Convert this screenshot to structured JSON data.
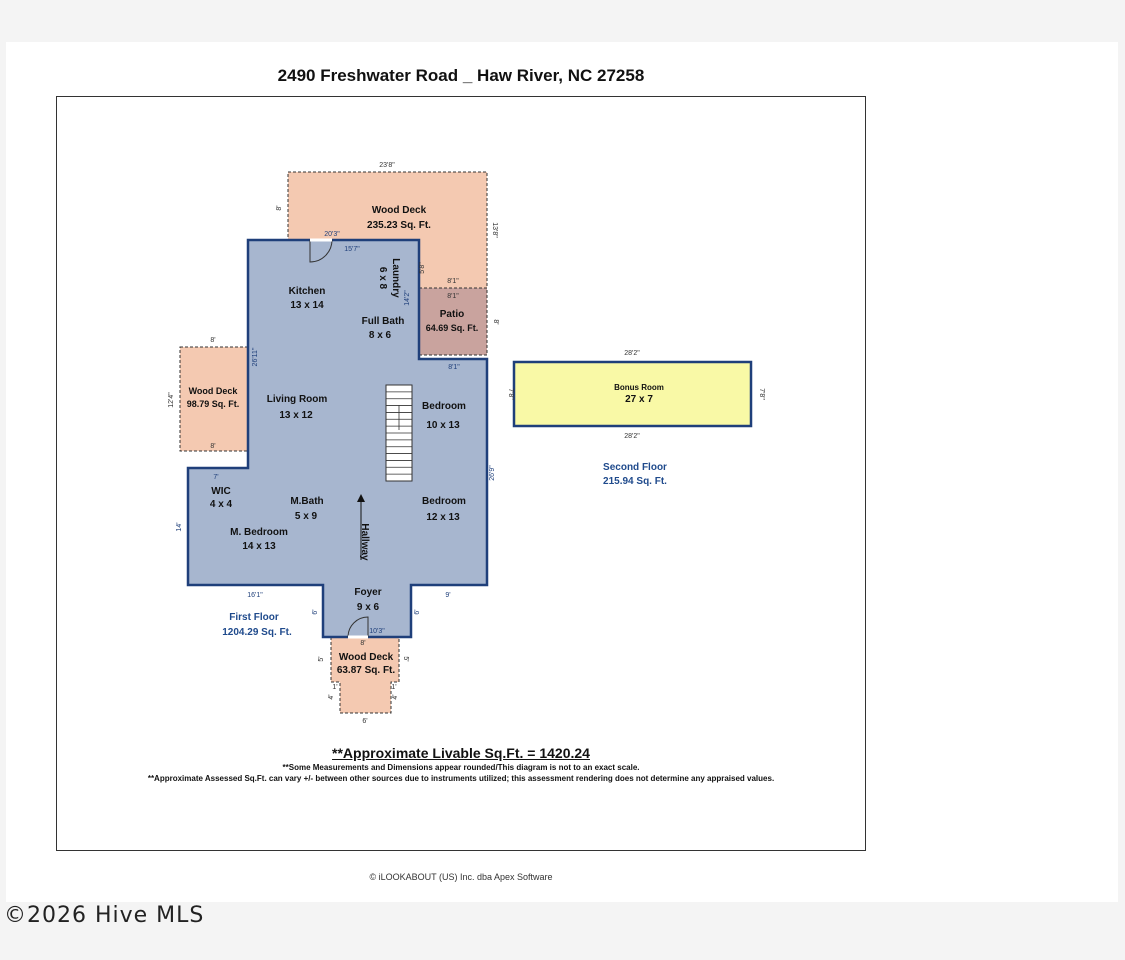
{
  "title": "2490 Freshwater Road _ Haw River, NC 27258",
  "rooms": {
    "wood_deck_top": {
      "name": "Wood Deck",
      "area": "235.23 Sq. Ft."
    },
    "laundry": {
      "name": "Laundry",
      "size": "6 x 8"
    },
    "kitchen": {
      "name": "Kitchen",
      "size": "13 x 14"
    },
    "full_bath": {
      "name": "Full Bath",
      "size": "8 x 6"
    },
    "patio": {
      "name": "Patio",
      "area": "64.69 Sq. Ft."
    },
    "wood_deck_left": {
      "name": "Wood Deck",
      "area": "98.79 Sq. Ft."
    },
    "living_room": {
      "name": "Living Room",
      "size": "13 x 12"
    },
    "bedroom_upper": {
      "name": "Bedroom",
      "size": "10 x 13"
    },
    "wic": {
      "name": "WIC",
      "size": "4 x 4"
    },
    "m_bath": {
      "name": "M.Bath",
      "size": "5 x 9"
    },
    "bedroom_lower": {
      "name": "Bedroom",
      "size": "12 x 13"
    },
    "m_bedroom": {
      "name": "M. Bedroom",
      "size": "14 x 13"
    },
    "hallway": {
      "name": "Hallway"
    },
    "foyer": {
      "name": "Foyer",
      "size": "9 x 6"
    },
    "wood_deck_bottom": {
      "name": "Wood Deck",
      "area": "63.87 Sq. Ft."
    },
    "bonus_room": {
      "name": "Bonus Room",
      "size": "27 x 7"
    }
  },
  "floors": {
    "first": {
      "name": "First Floor",
      "area": "1204.29 Sq. Ft."
    },
    "second": {
      "name": "Second Floor",
      "area": "215.94 Sq. Ft."
    }
  },
  "dimensions": {
    "deck_top_width": "23'8\"",
    "deck_top_left": "8'",
    "deck_top_right": "13'8\"",
    "house_top": "20'3\"",
    "kitchen_top": "15'7\"",
    "laundry_side": "5'8\"",
    "laundry_bottom": "8'1\"",
    "patio_top": "8'1\"",
    "patio_left": "14'2\"",
    "patio_right": "8'",
    "bath_bottom": "8'1\"",
    "deck_left_top": "8'",
    "deck_left_left": "12'4\"",
    "deck_left_bottom": "8'",
    "house_left_upper": "26'11\"",
    "wic_top": "7'",
    "house_left_lower": "14'",
    "house_right": "26'9\"",
    "house_bottom_left": "16'1\"",
    "house_bottom_right": "9'",
    "foyer_left": "6'",
    "foyer_right": "6'",
    "foyer_bottom": "10'3\"",
    "deck_bottom_top": "8'",
    "deck_bottom_left": "5'",
    "deck_bottom_right": "5'",
    "step_left_a": "1'",
    "step_right_a": "1'",
    "step_left_b": "4'",
    "step_right_b": "4'",
    "deck_bottom_width": "6'",
    "bonus_top": "28'2\"",
    "bonus_bottom": "28'2\"",
    "bonus_left": "7'8\"",
    "bonus_right": "7'8\""
  },
  "summary": {
    "livable": "**Approximate Livable Sq.Ft. =  1420.24",
    "note1": "**Some Measurements and Dimensions appear  rounded/This diagram is not to an exact scale.",
    "note2": "**Approximate Assessed Sq.Ft. can vary +/- between other sources due to instruments utilized; this assessment rendering does not determine any appraised values."
  },
  "copyright": "© iLOOKABOUT (US) Inc. dba Apex Software",
  "watermark": "©2026 Hive MLS",
  "colors": {
    "house_fill": "#a7b6cf",
    "house_stroke": "#1f3f7a",
    "deck_fill": "#f4c9b1",
    "patio_fill": "#c9a39e",
    "bonus_fill": "#f9f9a6",
    "floor_label": "#1f4a8c"
  }
}
